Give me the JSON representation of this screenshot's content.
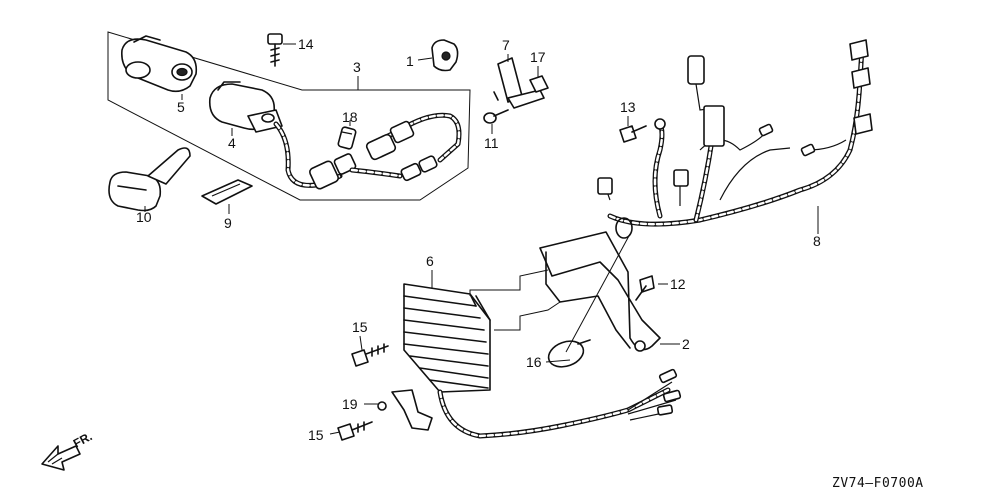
{
  "diagram": {
    "code": "ZV74—F0700A",
    "direction_label": "FR.",
    "callouts": [
      {
        "id": "1",
        "text": "1"
      },
      {
        "id": "2",
        "text": "2"
      },
      {
        "id": "3",
        "text": "3"
      },
      {
        "id": "4",
        "text": "4"
      },
      {
        "id": "5",
        "text": "5"
      },
      {
        "id": "6",
        "text": "6"
      },
      {
        "id": "7",
        "text": "7"
      },
      {
        "id": "8",
        "text": "8"
      },
      {
        "id": "9",
        "text": "9"
      },
      {
        "id": "10",
        "text": "10"
      },
      {
        "id": "11",
        "text": "11"
      },
      {
        "id": "12",
        "text": "12"
      },
      {
        "id": "13",
        "text": "13"
      },
      {
        "id": "14",
        "text": "14"
      },
      {
        "id": "15a",
        "text": "15"
      },
      {
        "id": "15b",
        "text": "15"
      },
      {
        "id": "16",
        "text": "16"
      },
      {
        "id": "17",
        "text": "17"
      },
      {
        "id": "18",
        "text": "18"
      },
      {
        "id": "19",
        "text": "19"
      }
    ]
  }
}
